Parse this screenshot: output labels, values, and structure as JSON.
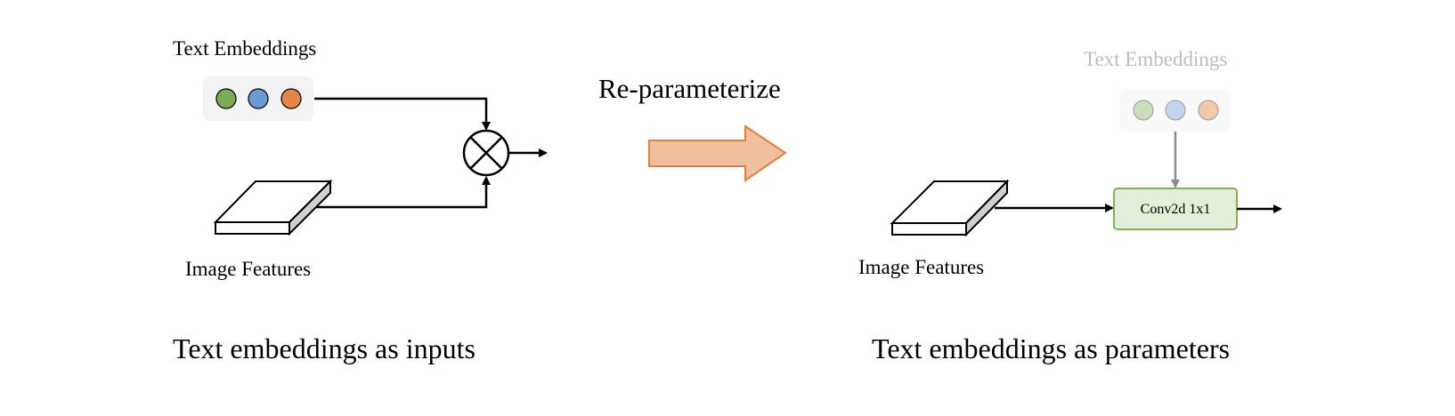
{
  "left_panel": {
    "text_embeddings_label": "Text Embeddings",
    "image_features_label": "Image Features",
    "caption": "Text embeddings as inputs",
    "operator": "multiply-icon",
    "embedding_colors": [
      "#7aab55",
      "#6a9bd3",
      "#e28547"
    ]
  },
  "middle": {
    "label": "Re-parameterize",
    "arrow_color": "#f0c09e",
    "arrow_stroke": "#e07e3c"
  },
  "right_panel": {
    "text_embeddings_label": "Text Embeddings",
    "image_features_label": "Image Features",
    "conv_label": "Conv2d 1x1",
    "caption": "Text embeddings as parameters",
    "embedding_colors": [
      "#c9ddb9",
      "#c2d5ec",
      "#f2c9ab"
    ]
  }
}
